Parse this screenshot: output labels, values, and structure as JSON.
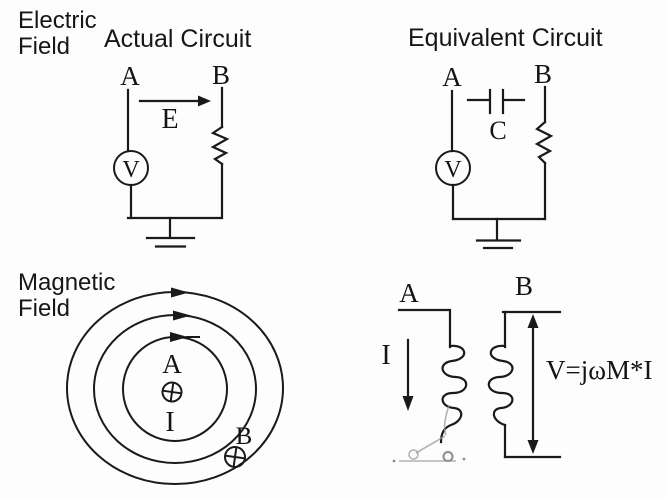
{
  "page": {
    "background_color": "#fdfdfd",
    "ink_color": "#1a1a1a",
    "description": "Hand-drawn style physics diagram comparing electric-field and magnetic-field couplings with their equivalent circuits"
  },
  "headings": {
    "electric_field": "Electric\nField",
    "actual": "Actual Circuit",
    "equivalent": "Equivalent Circuit",
    "magnetic_field": "Magnetic\nField"
  },
  "actual_circuit": {
    "node_a": "A",
    "node_b": "B",
    "field_label": "E",
    "source_label": "V"
  },
  "equivalent_circuit": {
    "node_a": "A",
    "node_b": "B",
    "capacitor_label": "C",
    "source_label": "V"
  },
  "magnetic_diagram": {
    "node_a": "A",
    "node_b": "B",
    "current_label": "I",
    "into_page_symbol": "⊕",
    "field_line_count": 3,
    "field_direction": "clockwise"
  },
  "transformer_diagram": {
    "node_a": "A",
    "node_b": "B",
    "current_label": "I",
    "equation": "V=jωM*I"
  }
}
